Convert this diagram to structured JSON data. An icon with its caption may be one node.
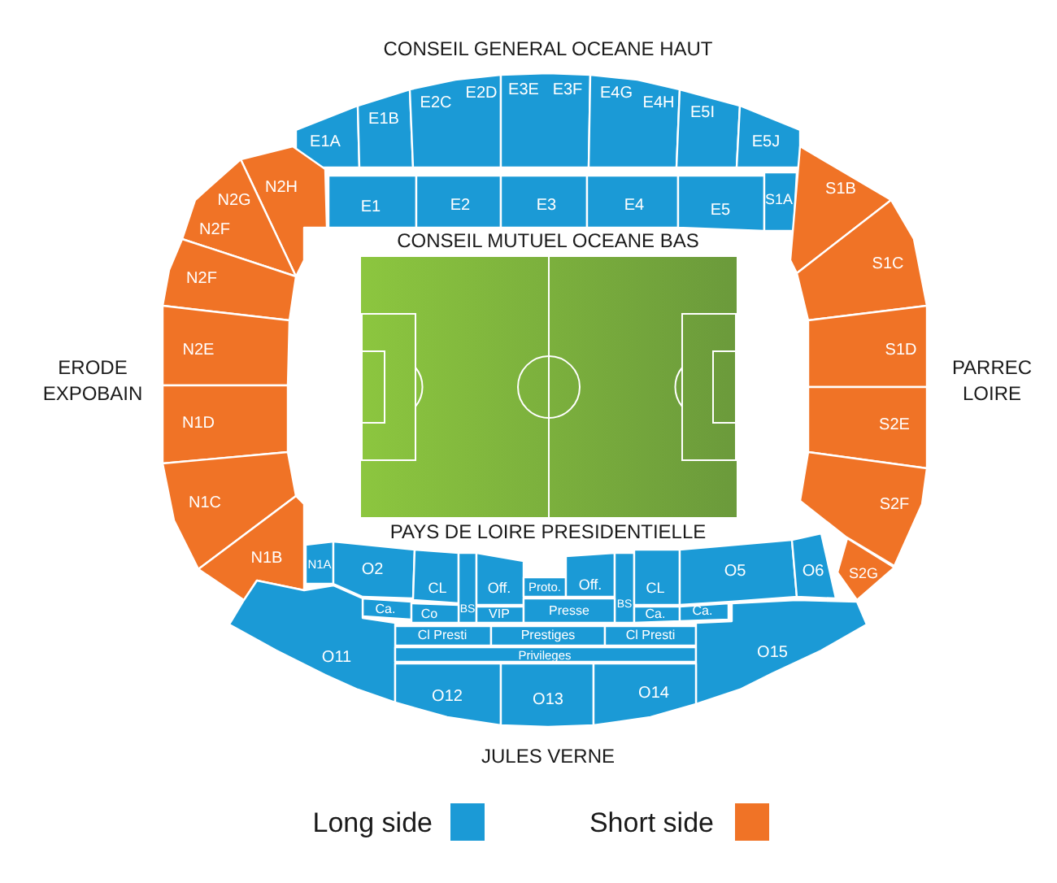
{
  "diagram": {
    "nodes": [
      {
        "text": [
          "E1A"
        ]
      },
      {
        "text": [
          "E1B"
        ]
      },
      {
        "text": [
          "E2C",
          "E2D"
        ]
      },
      {
        "text": [
          "E3E",
          "E3F"
        ]
      },
      {
        "text": [
          "E4G",
          "E4H"
        ]
      },
      {
        "text": [
          "E5I"
        ]
      },
      {
        "text": [
          "E5J"
        ]
      },
      {
        "text": [
          "E1"
        ]
      },
      {
        "text": [
          "E2"
        ]
      },
      {
        "text": [
          "E3"
        ]
      },
      {
        "text": [
          "E4"
        ]
      },
      {
        "text": [
          "E5"
        ]
      },
      {
        "text": [
          "S1A"
        ]
      },
      {
        "text": [
          "N2H"
        ]
      },
      {
        "text": [
          "N2G",
          "N2F"
        ]
      },
      {
        "text": [
          "N2F"
        ]
      },
      {
        "text": [
          "N2E"
        ]
      },
      {
        "text": [
          "N1D"
        ]
      },
      {
        "text": [
          "N1C"
        ]
      },
      {
        "text": [
          "N1B"
        ]
      },
      {
        "text": [
          "S1B"
        ]
      },
      {
        "text": [
          "S1C"
        ]
      },
      {
        "text": [
          "S1D"
        ]
      },
      {
        "text": [
          "S2E"
        ]
      },
      {
        "text": [
          "S2F"
        ]
      },
      {
        "text": [
          "S2G"
        ]
      },
      {
        "text": [
          "N1A"
        ]
      },
      {
        "text": [
          "O2"
        ]
      },
      {
        "text": [
          "CL"
        ]
      },
      {
        "text": [
          "BS"
        ]
      },
      {
        "text": [
          "Off."
        ]
      },
      {
        "text": [
          "Proto."
        ]
      },
      {
        "text": [
          "Off."
        ]
      },
      {
        "text": [
          "BS"
        ]
      },
      {
        "text": [
          "CL"
        ]
      },
      {
        "text": [
          "O5"
        ]
      },
      {
        "text": [
          "O6"
        ]
      },
      {
        "text": [
          "Ca."
        ]
      },
      {
        "text": [
          "Co"
        ]
      },
      {
        "text": [
          "VIP"
        ]
      },
      {
        "text": [
          "Presse"
        ]
      },
      {
        "text": [
          "Ca."
        ]
      },
      {
        "text": [
          "Ca."
        ]
      },
      {
        "text": [
          "Cl Presti"
        ]
      },
      {
        "text": [
          "Prestiges"
        ]
      },
      {
        "text": [
          "Cl Presti"
        ]
      },
      {
        "text": [
          "O11"
        ]
      },
      {
        "text": [
          "Privileges"
        ]
      },
      {
        "text": [
          "O15"
        ]
      },
      {
        "text": [
          "O12"
        ]
      },
      {
        "text": [
          "O13"
        ]
      },
      {
        "text": [
          "O14"
        ]
      }
    ],
    "labels": [
      "CONSEIL GENERAL OCEANE HAUT",
      "CONSEIL MUTUEL OCEANE BAS",
      "ERODE EXPOBAIN",
      "PARREC LOIRE",
      "PAYS DE LOIRE PRESIDENTIELLE",
      "JULES VERNE"
    ],
    "legend": [
      {
        "text": "Long side",
        "color": "#1b9ad6"
      },
      {
        "text": "Short side",
        "color": "#f07326"
      }
    ]
  }
}
